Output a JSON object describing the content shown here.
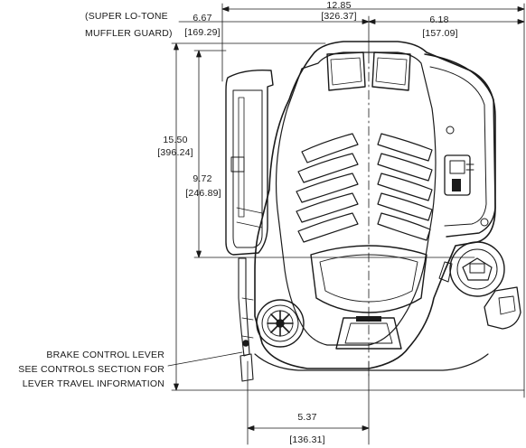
{
  "callouts": {
    "muffler_guard": {
      "line1": "(SUPER LO-TONE",
      "line2": "MUFFLER GUARD)"
    },
    "brake_lever": {
      "line1": "BRAKE CONTROL LEVER",
      "line2": "SEE CONTROLS SECTION FOR",
      "line3": "LEVER TRAVEL INFORMATION"
    }
  },
  "dimensions": {
    "overall_width": {
      "inch": "12.85",
      "mm": "[326.37]"
    },
    "left_to_center": {
      "inch": "6.67",
      "mm": "[169.29]"
    },
    "right_to_center": {
      "inch": "6.18",
      "mm": "[157.09]"
    },
    "overall_height": {
      "inch": "15.50",
      "mm": "[396.24]"
    },
    "center_height": {
      "inch": "9.72",
      "mm": "[246.89]"
    },
    "bottom_offset": {
      "inch": "5.37",
      "mm": "[136.31]"
    }
  },
  "colors": {
    "ink": "#1a1a1a",
    "paper": "#ffffff"
  }
}
